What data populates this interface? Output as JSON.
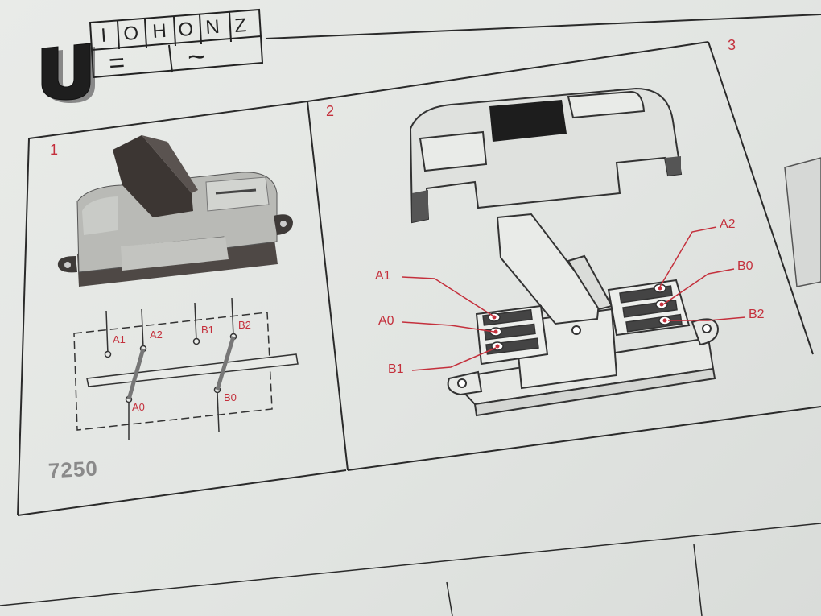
{
  "logo": {
    "letter": "U",
    "cells_top": [
      "I",
      "O",
      "H",
      "O",
      "N",
      "Z"
    ],
    "cell_bottom_left": "=",
    "cell_bottom_right": "~"
  },
  "panels": [
    {
      "number": "1"
    },
    {
      "number": "2"
    },
    {
      "number": "3"
    }
  ],
  "panel1": {
    "schematic_labels": [
      "A1",
      "A2",
      "B1",
      "B2",
      "A0",
      "B0"
    ],
    "model_number": "7250"
  },
  "panel2": {
    "terminal_labels": [
      "A1",
      "A0",
      "B1",
      "A2",
      "B0",
      "B2"
    ]
  },
  "colors": {
    "accent_red": "#c4303c",
    "line_dark": "#2a2a2a",
    "paper": "#e4e6e3"
  }
}
